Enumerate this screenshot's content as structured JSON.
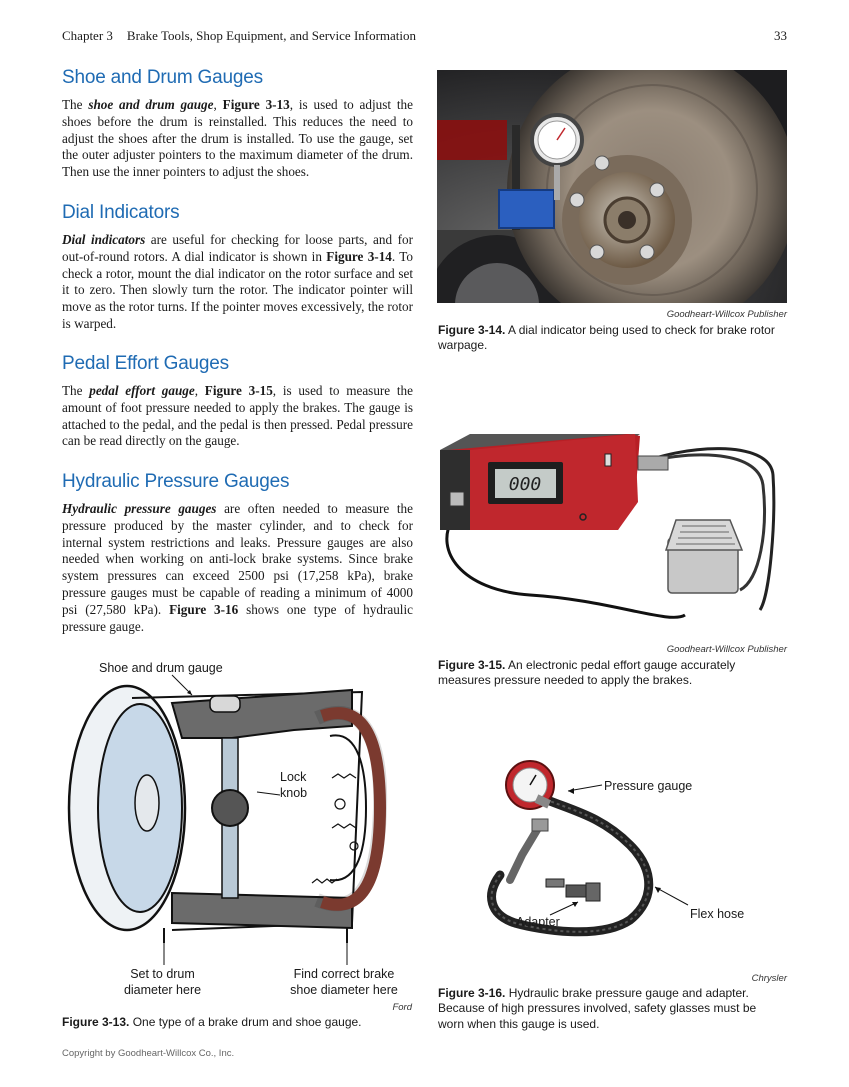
{
  "header": {
    "chapter": "Chapter 3",
    "title": "Brake Tools, Shop Equipment, and Service Information",
    "page_number": "33"
  },
  "sections": {
    "shoe_drum": {
      "heading": "Shoe and Drum Gauges",
      "p1": "The ",
      "term": "shoe and drum gauge",
      "p2": ", ",
      "ref": "Figure 3-13",
      "p3": ", is used to adjust the shoes before the drum is reinstalled. This reduces the need to adjust the shoes after the drum is installed. To use the gauge, set the outer adjuster pointers to the maximum diameter of the drum. Then use the inner pointers to adjust the shoes."
    },
    "dial": {
      "heading": "Dial Indicators",
      "term": "Dial indicators",
      "p1": " are useful for checking for loose parts, and for out-of-round rotors. A dial indicator is shown in ",
      "ref": "Figure 3-14",
      "p2": ". To check a rotor, mount the dial indicator on the rotor surface and set it to zero. Then slowly turn the rotor. The indicator pointer will move as the rotor turns. If the pointer moves excessively, the rotor is warped."
    },
    "pedal": {
      "heading": "Pedal Effort Gauges",
      "p1": "The ",
      "term": "pedal effort gauge",
      "p2": ", ",
      "ref": "Figure 3-15",
      "p3": ", is used to measure the amount of foot pressure needed to apply the brakes. The gauge is attached to the pedal, and the pedal is then pressed. Pedal pressure can be read directly on the gauge."
    },
    "hydraulic": {
      "heading": "Hydraulic Pressure Gauges",
      "term": "Hydraulic pressure gauges",
      "p1": " are often needed to measure the pressure produced by the master cylinder, and to check for internal system restrictions and leaks. Pressure gauges are also needed when working on anti-lock brake systems. Since brake system pressures can exceed 2500 psi (17,258 kPa), brake pressure gauges must be capable of reading a minimum of 4000 psi (27,580 kPa). ",
      "ref": "Figure 3-16",
      "p2": " shows one type of hydraulic pressure gauge."
    }
  },
  "figures": {
    "fig13": {
      "label_gauge": "Shoe and drum gauge",
      "label_lock": "Lock knob",
      "label_drum": "Set to drum diameter here",
      "label_shoe": "Find correct brake shoe diameter here",
      "credit": "Ford",
      "caption_num": "Figure 3-13.",
      "caption_text": " One type of a brake drum and shoe gauge."
    },
    "fig14": {
      "credit": "Goodheart-Willcox Publisher",
      "caption_num": "Figure 3-14.",
      "caption_text": " A dial indicator being used to check for brake rotor warpage."
    },
    "fig15": {
      "display_reading": "000",
      "credit": "Goodheart-Willcox Publisher",
      "caption_num": "Figure 3-15.",
      "caption_text": " An electronic pedal effort gauge accurately measures pressure needed to apply the brakes."
    },
    "fig16": {
      "label_gauge": "Pressure gauge",
      "label_hose": "Flex hose",
      "label_adapter": "Adapter",
      "credit": "Chrysler",
      "caption_num": "Figure 3-16.",
      "caption_text": " Hydraulic brake pressure gauge and adapter. Because of high pressures involved, safety glasses must be worn when this gauge is used."
    }
  },
  "footer": {
    "copyright": "Copyright by Goodheart-Willcox Co., Inc."
  },
  "colors": {
    "heading": "#1f6bb3",
    "gauge_red": "#c0272d"
  }
}
